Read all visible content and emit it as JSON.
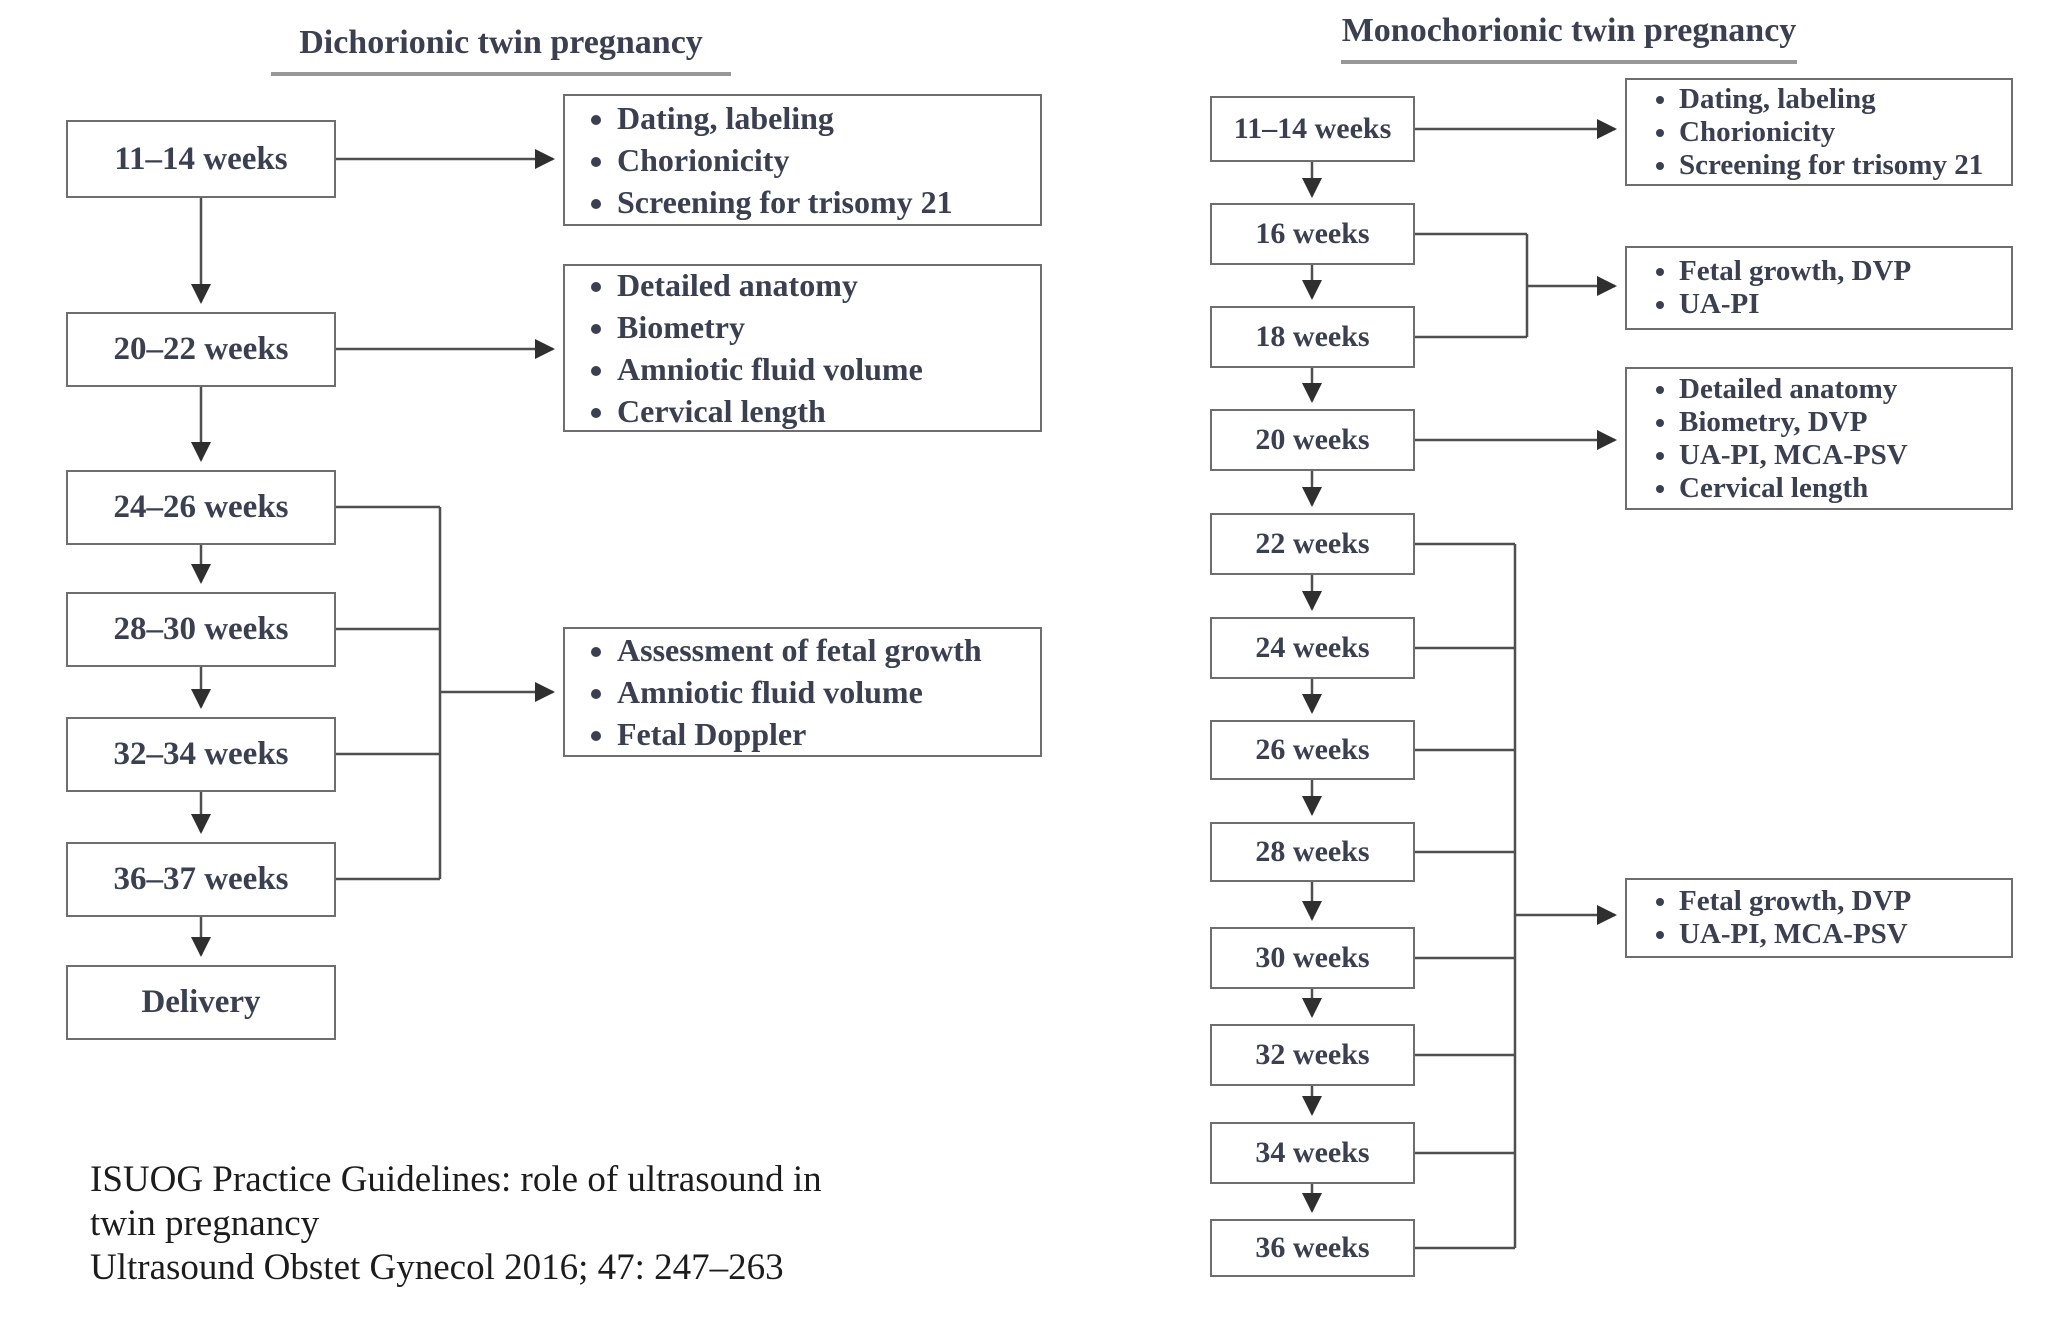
{
  "left": {
    "title": "Dichorionic twin pregnancy",
    "stages": [
      "11–14 weeks",
      "20–22 weeks",
      "24–26 weeks",
      "28–30 weeks",
      "32–34 weeks",
      "36–37 weeks",
      "Delivery"
    ],
    "info_boxes": [
      {
        "bullets": [
          "Dating, labeling",
          "Chorionicity",
          "Screening for trisomy 21"
        ]
      },
      {
        "bullets": [
          "Detailed anatomy",
          "Biometry",
          "Amniotic fluid volume",
          "Cervical length"
        ]
      },
      {
        "bullets": [
          "Assessment of fetal growth",
          "Amniotic fluid volume",
          "Fetal Doppler"
        ]
      }
    ]
  },
  "right": {
    "title": "Monochorionic twin pregnancy",
    "stages": [
      "11–14 weeks",
      "16 weeks",
      "18 weeks",
      "20 weeks",
      "22 weeks",
      "24 weeks",
      "26 weeks",
      "28 weeks",
      "30 weeks",
      "32 weeks",
      "34 weeks",
      "36 weeks"
    ],
    "info_boxes": [
      {
        "bullets": [
          "Dating, labeling",
          "Chorionicity",
          "Screening for trisomy 21"
        ]
      },
      {
        "bullets": [
          "Fetal growth, DVP",
          "UA-PI"
        ]
      },
      {
        "bullets": [
          "Detailed anatomy",
          "Biometry, DVP",
          "UA-PI, MCA-PSV",
          "Cervical length"
        ]
      },
      {
        "bullets": [
          "Fetal growth, DVP",
          "UA-PI, MCA-PSV"
        ]
      }
    ]
  },
  "caption": {
    "lines": [
      "ISUOG Practice Guidelines: role of ultrasound in",
      "twin pregnancy",
      "Ultrasound Obstet Gynecol 2016; 47: 247–263"
    ]
  },
  "colors": {
    "text": "#3a4052",
    "box_border": "#6e6e6e",
    "connector_line": "#4f4f4f",
    "title_underline": "#979797",
    "caption_text": "#1c1c1c"
  }
}
